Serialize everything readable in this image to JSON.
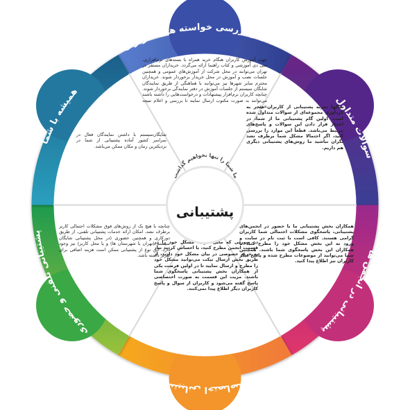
{
  "center": {
    "title": "پشتیبانی",
    "subtitle": "ما شما را تنها نخواهیم گذاشت"
  },
  "segments": [
    {
      "id": "training",
      "title": "آموزش و بررسی خواسته های کاربران",
      "color": "#2e3d8f",
      "color_light": "#5a7fd0",
      "body": "جهت آموزش کاربران هنگام خرید همراه با بسته‌های نرم‌افزاری، سی دی آموزشی و کتاب راهنما ارائه می‌گردد. خریداران مستقر در تهران می‌توانند در محل شرکت از آموزش‌های عمومی و همچنین جلسات نصب و آموزش در محل خریدار برخوردار شوند. خریداران محترم سایر شهرها نیز می‌توانند با هماهنگی از طریق نمایندگان شایگان سیستم از جلسات آموزش در دفتر نمایندگی برخوردار شوند. چنانچه کاربران نرم‌افزار پیشنهادات و درخواست‌هایی را داشته باشند می‌توانند به صورت مکتوب ارسال نمایند تا بررسی و اعلام نتیجه شود."
    },
    {
      "id": "faq",
      "title": "سوالات متداول",
      "color": "#6a2585",
      "color_light": "#3a3f95",
      "body": "سالها تجربه پشتیبانی از کاربران منجر به گردآوری مجموعه‌ای از سوالات متداول شده است. اولین گام پشتیبانی ما از شما، در اختیار قرار دادن این سوالات و پاسخ‌های مرتبط می‌باشد. قطعاً این موارد را بررسی کنید، اگر احتمالا مشکل شما برطرف نشد نگران نباشید ما روش‌های پشتیبانی دیگری هم داریم."
    },
    {
      "id": "forum",
      "title": "پشتیبانی در انجمن ها",
      "color": "#e0356a",
      "color_light": "#9a2a8c",
      "body": "همکاران بخش پشتیبانی ما با حضور در انجمن‌های پشتیبانی، پاسخگوی مشکلات احتمالی شما کاربران گرامی هستند. کافی است با ثبت نام در سایت و ورود به این بخش مشکل خود را مطرح کنید تا همکاران این بخش پاسخگوی شما باشند. همچنین شما می‌توانید از موضوعات مطرح شده و پاسخ دیگر کاربران نیز اطلاع پیدا کنید."
    },
    {
      "id": "private",
      "title": "پشتیبانی اختصاصی",
      "color": "#f6a91d",
      "color_light": "#f07a3a",
      "body": "در صورتی که مایل نبودید مشکل خود را در قسمت انجمن مطرح کنید، یا احساس کردید نیاز به حریم خصوصی در بیان مشکل خود دارید، از طریق بخش ارسال تیکت می‌توانید مشکل خود را مطرح و ارسال نمایید تا در اولین فرصت یکی از همکاران بخش پشتیبانی پاسخگوی شما باشند. مزیت این قسمت به صورت اختصاصی پاسخ گفته می‌شود و کاربران از سوال و پاسخ کاربران دیگر اطلاع پیدا نمی‌کنند."
    },
    {
      "id": "phone",
      "title": "پشتیبانی تلفنی و حضوری",
      "color": "#1e9a4e",
      "color_light": "#9ac23a",
      "body": "چنانچه با هیچ یک از روش‌های فوق مشکلات احتمالی کاربر برطرف نشد، امکان ارائه خدمات پشتیبانی تلفنی، از طریق دورکاری و همچنین حضوری (در محل پشتیبانی شایگان سیستم (تهران یا شهرستان ها) و یا محل کاربر) نیز وجود دارد. این نوع از پشتیبانی ممکن است هزینه اضافی برای کاربر داشته باشد."
    },
    {
      "id": "always",
      "title": "همیشه با شما",
      "color": "#1d5f8a",
      "color_light": "#2a9fbd",
      "body": "شایگان‌سیستم با داشتن نمایندگان فعال در سراسر کشور آماده پشتیبانی از شما در نزدیکترین زمان و مکان ممکن می‌باشد."
    }
  ]
}
